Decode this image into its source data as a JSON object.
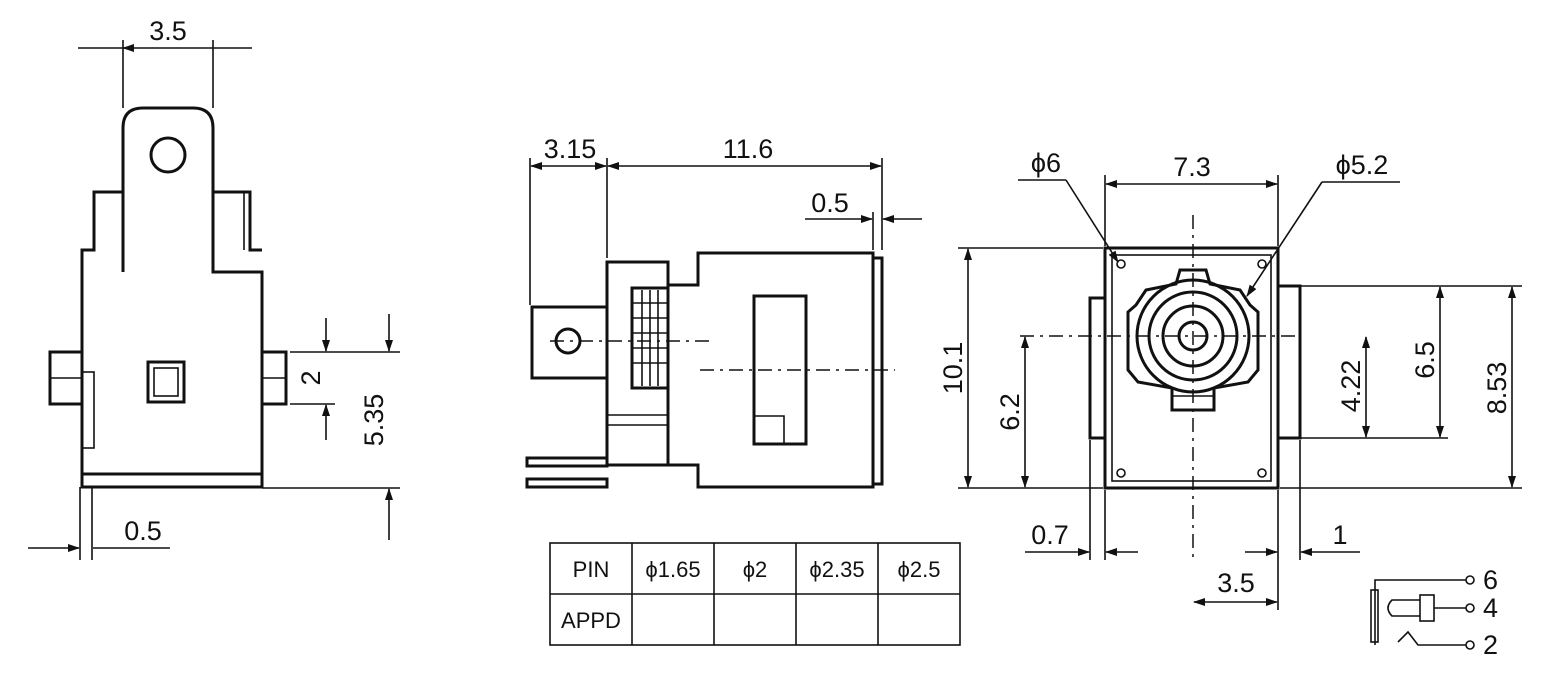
{
  "side_view": {
    "dims": {
      "top_width": "3.5",
      "bottom_offset": "0.5",
      "pin_height": "2",
      "pin_offset": "5.35"
    }
  },
  "front_view": {
    "dims": {
      "tab_length": "3.15",
      "body_length": "11.6",
      "flange": "0.5"
    }
  },
  "end_view": {
    "dims": {
      "outer_dia": "ϕ6",
      "width": "7.3",
      "inner_dia": "ϕ5.2",
      "height": "10.1",
      "center_height": "6.2",
      "pin_span": "4.22",
      "side_span": "6.5",
      "total_height": "8.53",
      "left_offset": "0.7",
      "right_offset": "1",
      "pin_spacing": "3.5"
    }
  },
  "pin_table": {
    "row_labels": [
      "PIN",
      "APPD"
    ],
    "columns": [
      "ϕ1.65",
      "ϕ2",
      "ϕ2.35",
      "ϕ2.5"
    ]
  },
  "schematic": {
    "pins": [
      "6",
      "4",
      "2"
    ]
  }
}
